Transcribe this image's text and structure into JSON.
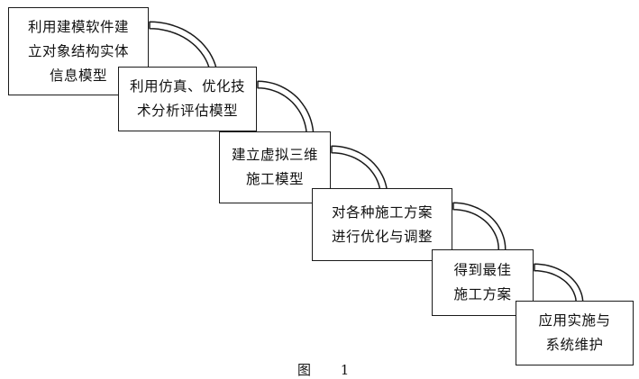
{
  "steps": [
    {
      "id": "step1",
      "lines": [
        "利用建模软件建",
        "立对象结构实体",
        "信息模型"
      ]
    },
    {
      "id": "step2",
      "lines": [
        "利用仿真、优化技",
        "术分析评估模型"
      ]
    },
    {
      "id": "step3",
      "lines": [
        "建立虚拟三维",
        "施工模型"
      ]
    },
    {
      "id": "step4",
      "lines": [
        "对各种施工方案",
        "进行优化与调整"
      ]
    },
    {
      "id": "step5",
      "lines": [
        "得到最佳",
        "施工方案"
      ]
    },
    {
      "id": "step6",
      "lines": [
        "应用实施与",
        "系统维护"
      ]
    }
  ],
  "connector": {
    "type": "curved-arrow",
    "count": 5
  },
  "caption": "图 1",
  "colors": {
    "stroke": "#1a1a1a",
    "fill": "#ffffff",
    "text": "#111111"
  }
}
